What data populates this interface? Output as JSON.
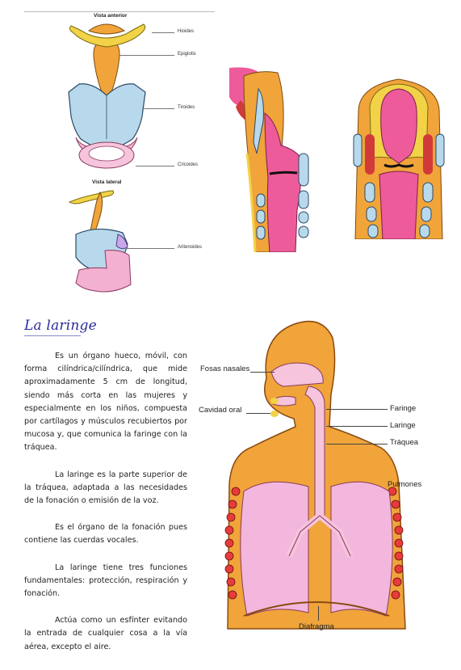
{
  "top_left_figure": {
    "view_front_title": "Vista anterior",
    "view_side_title": "Vista lateral",
    "labels": {
      "hioides": "Hioides",
      "epiglotis": "Epiglotis",
      "tiroides": "Tiroides",
      "cricoides": "Cricoides",
      "aritenoides": "Aritenoides"
    }
  },
  "section": {
    "title": "La laringe",
    "paragraphs": [
      "Es un órgano hueco, móvil, con forma cilíndrica/cilíndrica, que mide aproximadamente 5 cm de longitud, siendo más corta en las mujeres y especialmente en los niños, compuesta por cartílagos y músculos recubiertos por mucosa y, que comunica la faringe con la tráquea.",
      "La laringe es la parte superior de la tráquea, adaptada a las necesidades de la fonación o emisión de la voz.",
      "Es el órgano de la fonación pues contiene las cuerdas vocales.",
      "La laringe tiene tres funciones fundamentales: protección, respiración y fonación.",
      "Actúa como un esfínter evitando la entrada de cualquier cosa a la vía aérea, excepto el aire."
    ]
  },
  "body_figure": {
    "labels": {
      "fosas_nasales": "Fosas nasales",
      "cavidad_oral": "Cavidad oral",
      "faringe": "Faringe",
      "laringe": "Laringe",
      "traquea": "Tráquea",
      "pulmones": "Pulmones",
      "diafragma": "Diafragma"
    }
  },
  "colors": {
    "cartilage_blue": "#b8d9ec",
    "mucosa_pink": "#ee5b9a",
    "bone_yellow": "#f2d348",
    "tissue_orange": "#f0a43a",
    "lung_pink": "#f3b7dd",
    "title_blue": "#2a2a9a"
  }
}
